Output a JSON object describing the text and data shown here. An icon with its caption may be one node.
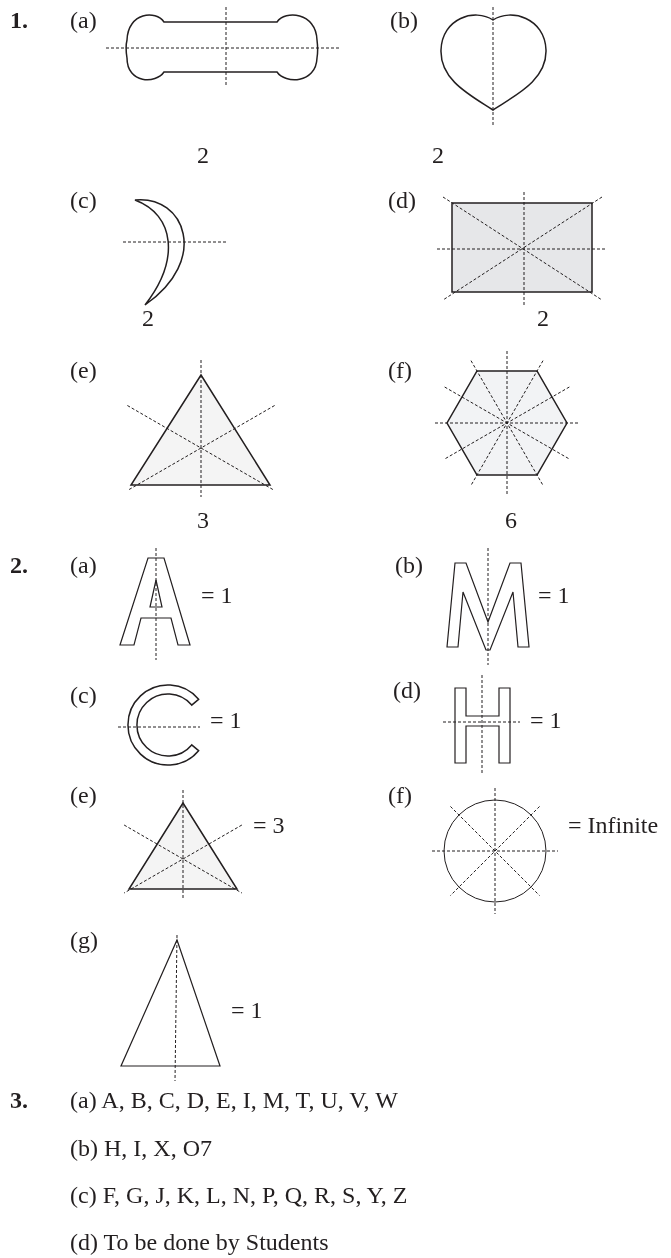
{
  "diagram": {
    "labels": [
      "1.",
      "(a)",
      "(b)",
      "2",
      "2",
      "(c)",
      "(d)",
      "2",
      "2",
      "(e)",
      "(f)",
      "3",
      "6",
      "2.",
      "(a)",
      "= 1",
      "(b)",
      "= 1",
      "(c)",
      "= 1",
      "(d)",
      "= 1",
      "(e)",
      "= 3",
      "(f)",
      "= Infinite",
      "(g)",
      "= 1",
      "3.",
      "(a) A, B, C, D, E, I, M, T, U, V, W",
      "(b) H, I, X, O7",
      "(c) F, G, J, K, L, N, P, Q, R, S, Y, Z",
      "(d) To be done by Students"
    ]
  }
}
